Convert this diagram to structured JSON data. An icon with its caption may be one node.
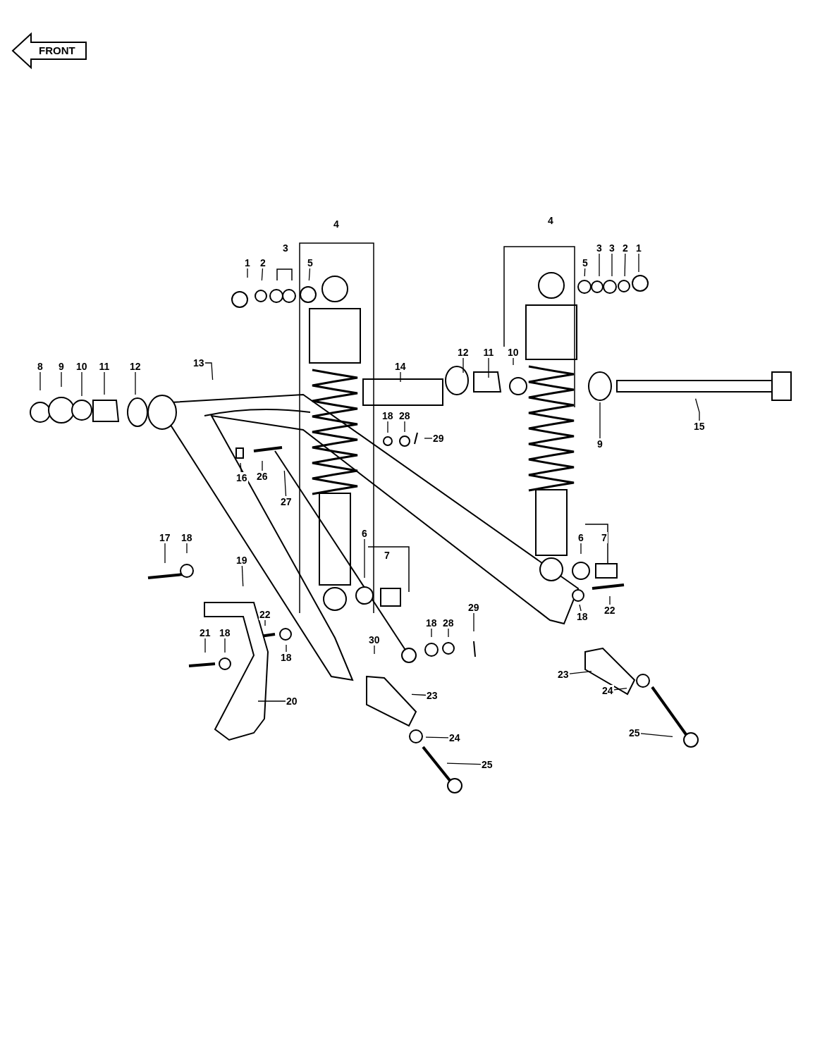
{
  "diagram": {
    "nodes": [
      {
        "text": [
          "1"
        ]
      },
      {
        "text": [
          "2"
        ]
      },
      {
        "text": [
          "5"
        ]
      },
      {
        "text": [
          "5"
        ]
      },
      {
        "text": [
          "3"
        ]
      },
      {
        "text": [
          "3"
        ]
      },
      {
        "text": [
          "2"
        ]
      },
      {
        "text": [
          "1"
        ]
      },
      {
        "text": [
          "8"
        ]
      },
      {
        "text": [
          "9"
        ]
      },
      {
        "text": [
          "10"
        ]
      },
      {
        "text": [
          "11"
        ]
      },
      {
        "text": [
          "12"
        ]
      },
      {
        "text": [
          "13"
        ]
      },
      {
        "text": [
          "14"
        ]
      },
      {
        "text": [
          "12"
        ]
      },
      {
        "text": [
          "11"
        ]
      },
      {
        "text": [
          "10"
        ]
      },
      {
        "text": [
          "15"
        ]
      },
      {
        "text": [
          "9"
        ]
      },
      {
        "text": [
          "18"
        ]
      },
      {
        "text": [
          "28"
        ]
      },
      {
        "text": [
          "29"
        ]
      },
      {
        "text": [
          "16"
        ]
      },
      {
        "text": [
          "26"
        ]
      },
      {
        "text": [
          "27"
        ]
      },
      {
        "text": [
          "17"
        ]
      },
      {
        "text": [
          "18"
        ]
      },
      {
        "text": [
          "19"
        ]
      },
      {
        "text": [
          "6"
        ]
      },
      {
        "text": [
          "6"
        ]
      },
      {
        "text": [
          "18"
        ]
      },
      {
        "text": [
          "22"
        ]
      },
      {
        "text": [
          "22"
        ]
      },
      {
        "text": [
          "21"
        ]
      },
      {
        "text": [
          "18"
        ]
      },
      {
        "text": [
          "18"
        ]
      },
      {
        "text": [
          "30"
        ]
      },
      {
        "text": [
          "18"
        ]
      },
      {
        "text": [
          "28"
        ]
      },
      {
        "text": [
          "29"
        ]
      },
      {
        "text": [
          "23"
        ]
      },
      {
        "text": [
          "23"
        ]
      },
      {
        "text": [
          "20"
        ]
      },
      {
        "text": [
          "24"
        ]
      },
      {
        "text": [
          "24"
        ]
      },
      {
        "text": [
          "25"
        ]
      },
      {
        "text": [
          "25"
        ]
      }
    ],
    "edges": [
      {
        "from": 0,
        "to": null,
        "arrow": "none"
      },
      {
        "from": 1,
        "to": null,
        "arrow": "none"
      },
      {
        "from": 2,
        "to": null,
        "arrow": "none"
      },
      {
        "from": 3,
        "to": null,
        "arrow": "none"
      },
      {
        "from": 4,
        "to": null,
        "arrow": "none"
      },
      {
        "from": 5,
        "to": null,
        "arrow": "none"
      },
      {
        "from": 6,
        "to": null,
        "arrow": "none"
      },
      {
        "from": 7,
        "to": null,
        "arrow": "none"
      },
      {
        "from": 8,
        "to": null,
        "arrow": "none"
      },
      {
        "from": 9,
        "to": null,
        "arrow": "none"
      },
      {
        "from": 10,
        "to": null,
        "arrow": "none"
      },
      {
        "from": 11,
        "to": null,
        "arrow": "none"
      },
      {
        "from": 12,
        "to": null,
        "arrow": "none"
      },
      {
        "from": 13,
        "to": null,
        "arrow": "none"
      },
      {
        "from": 14,
        "to": null,
        "arrow": "none"
      },
      {
        "from": 15,
        "to": null,
        "arrow": "none"
      },
      {
        "from": 16,
        "to": null,
        "arrow": "none"
      },
      {
        "from": 17,
        "to": null,
        "arrow": "none"
      },
      {
        "from": 18,
        "to": null,
        "arrow": "none"
      },
      {
        "from": 19,
        "to": null,
        "arrow": "none"
      },
      {
        "from": 20,
        "to": null,
        "arrow": "none"
      },
      {
        "from": 21,
        "to": null,
        "arrow": "none"
      },
      {
        "from": 22,
        "to": null,
        "arrow": "none"
      },
      {
        "from": 23,
        "to": null,
        "arrow": "none"
      },
      {
        "from": 24,
        "to": null,
        "arrow": "none"
      },
      {
        "from": 25,
        "to": null,
        "arrow": "none"
      },
      {
        "from": 26,
        "to": null,
        "arrow": "none"
      },
      {
        "from": 27,
        "to": null,
        "arrow": "none"
      },
      {
        "from": 28,
        "to": null,
        "arrow": "none"
      },
      {
        "from": 29,
        "to": null,
        "arrow": "none"
      },
      {
        "from": 30,
        "to": null,
        "arrow": "none"
      },
      {
        "from": 31,
        "to": null,
        "arrow": "none"
      },
      {
        "from": 32,
        "to": null,
        "arrow": "none"
      },
      {
        "from": 33,
        "to": null,
        "arrow": "none"
      },
      {
        "from": 34,
        "to": null,
        "arrow": "none"
      },
      {
        "from": 35,
        "to": null,
        "arrow": "none"
      },
      {
        "from": 36,
        "to": null,
        "arrow": "none"
      },
      {
        "from": 37,
        "to": null,
        "arrow": "none"
      },
      {
        "from": 38,
        "to": null,
        "arrow": "none"
      },
      {
        "from": 39,
        "to": null,
        "arrow": "none"
      },
      {
        "from": 40,
        "to": null,
        "arrow": "none"
      },
      {
        "from": 41,
        "to": null,
        "arrow": "none"
      },
      {
        "from": 42,
        "to": null,
        "arrow": "none"
      },
      {
        "from": 43,
        "to": null,
        "arrow": "none"
      },
      {
        "from": 44,
        "to": null,
        "arrow": "none"
      },
      {
        "from": 45,
        "to": null,
        "arrow": "none"
      },
      {
        "from": 46,
        "to": null,
        "arrow": "none"
      },
      {
        "from": 47,
        "to": null,
        "arrow": "none"
      }
    ],
    "labels": [
      "FRONT",
      "4",
      "4",
      "3",
      "7",
      "7"
    ]
  }
}
